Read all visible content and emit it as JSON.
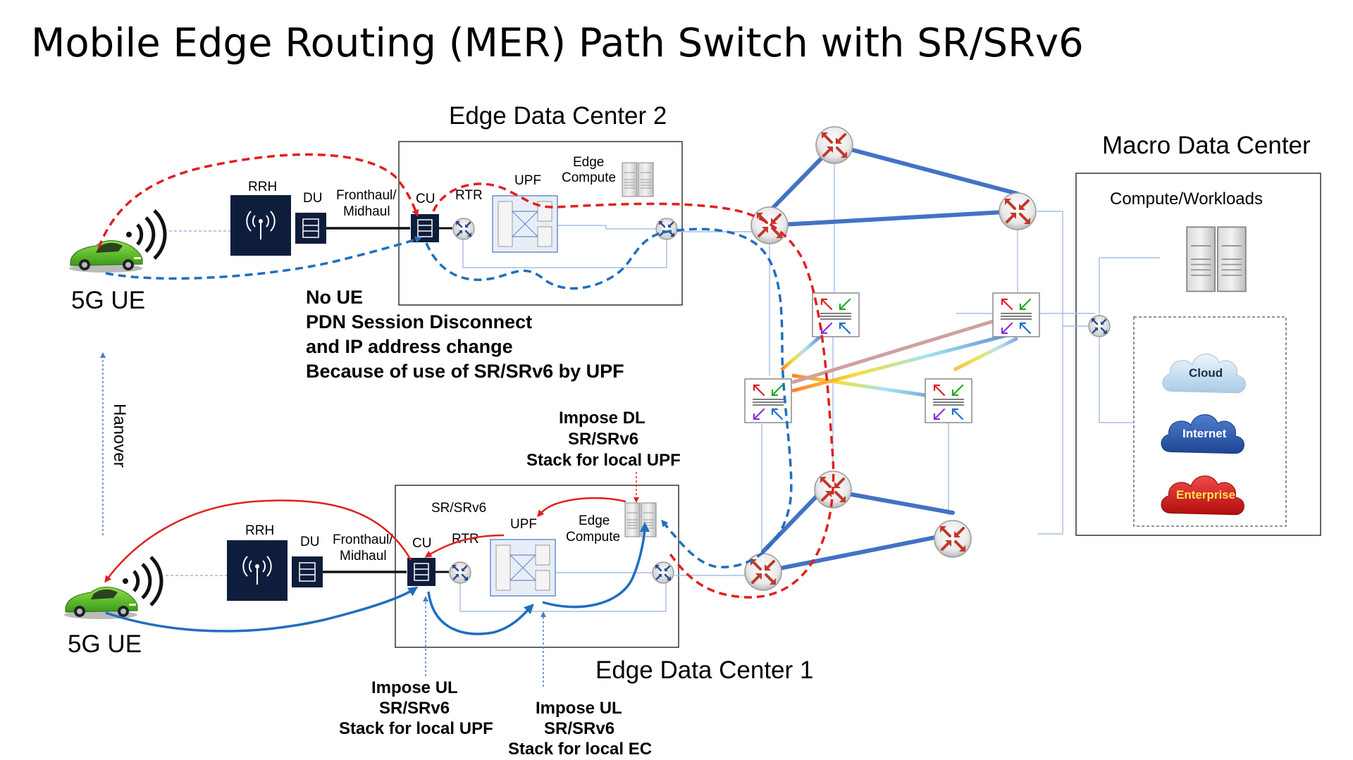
{
  "title": "Mobile Edge Routing (MER) Path Switch with SR/SRv6",
  "edge_dc2": {
    "title": "Edge Data Center 2",
    "rrh": "RRH",
    "du": "DU",
    "fronthaul_1": "Fronthaul/",
    "fronthaul_2": "Midhaul",
    "cu": "CU",
    "rtr": "RTR",
    "upf": "UPF",
    "edge_1": "Edge",
    "edge_2": "Compute",
    "ue": "5G UE"
  },
  "note": {
    "line1": "No UE",
    "line2": "PDN Session Disconnect",
    "line3": "and IP address change",
    "line4": "Because of use of SR/SRv6 by UPF"
  },
  "handover": "Hanover",
  "edge_dc1": {
    "title": "Edge Data Center 1",
    "rrh": "RRH",
    "du": "DU",
    "fronthaul_1": "Fronthaul/",
    "fronthaul_2": "Midhaul",
    "cu": "CU",
    "rtr": "RTR",
    "upf": "UPF",
    "srv6": "SR/SRv6",
    "edge_1": "Edge",
    "edge_2": "Compute",
    "ue": "5G UE"
  },
  "impose_dl": {
    "line1": "Impose DL",
    "line2": "SR/SRv6",
    "line3": "Stack for local UPF"
  },
  "impose_ul_upf": {
    "line1": "Impose UL",
    "line2": "SR/SRv6",
    "line3": "Stack for local UPF"
  },
  "impose_ul_ec": {
    "line1": "Impose UL",
    "line2": "SR/SRv6",
    "line3": "Stack for local EC"
  },
  "macro_dc": {
    "title": "Macro Data Center",
    "compute": "Compute/Workloads",
    "cloud": "Cloud",
    "internet": "Internet",
    "enterprise": "Enterprise"
  },
  "colors": {
    "router_red": "#c0392b",
    "core_link_blue": "#4472c4",
    "ue_path_blue": "#1f6fbf",
    "old_path_red": "#e02020",
    "sdn_box_blue": "#1a2a4a",
    "thin_link": "#9fb6e0"
  }
}
